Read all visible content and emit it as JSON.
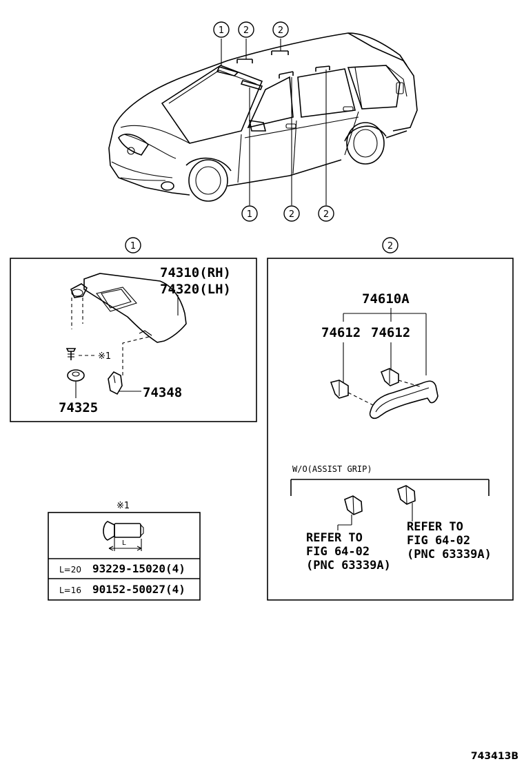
{
  "callouts": {
    "one": "1",
    "two": "2"
  },
  "section1": {
    "visor_part_rh": "74310(RH)",
    "visor_part_lh": "74320(LH)",
    "screw_note": "※1",
    "retainer_part": "74325",
    "holder_part": "74348"
  },
  "section2": {
    "grip_assy_part": "74610A",
    "bracket_part_left": "74612",
    "bracket_part_right": "74612",
    "condition_label": "W/O(ASSIST GRIP)",
    "refer_left": [
      "REFER TO",
      "FIG 64-02",
      "(PNC 63339A)"
    ],
    "refer_right": [
      "REFER TO",
      "FIG 64-02",
      "(PNC 63339A)"
    ]
  },
  "screw_table": {
    "title": "※1",
    "dimension_label": "L",
    "rows": [
      {
        "length": "L=20",
        "part": "93229-15020(4)"
      },
      {
        "length": "L=16",
        "part": "90152-50027(4)"
      }
    ]
  },
  "figure_code": "743413B"
}
